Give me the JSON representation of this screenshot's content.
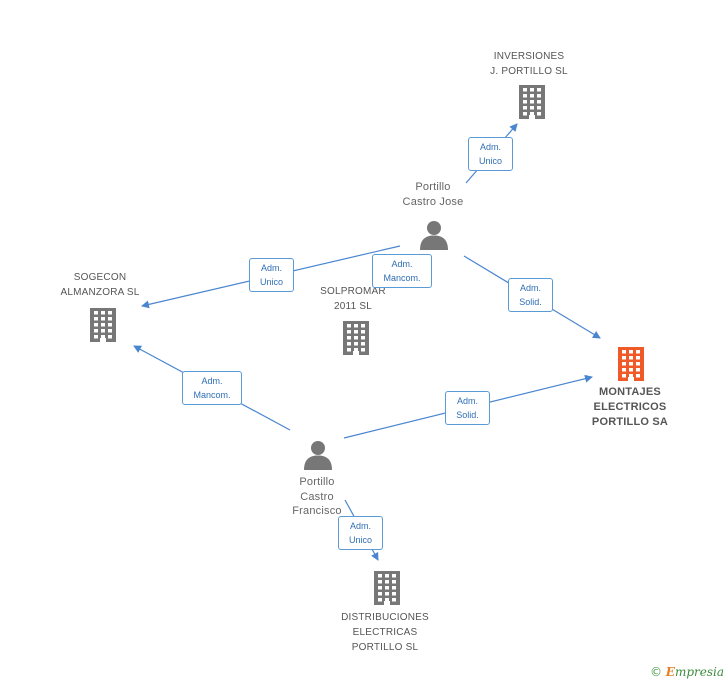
{
  "colors": {
    "edge": "#4a86d0",
    "company": "#777777",
    "main_company": "#f05a28",
    "person": "#777777",
    "label_border": "#5b9bd5",
    "label_text": "#2e6fb5"
  },
  "nodes": {
    "inversiones": {
      "label": "INVERSIONES\nJ. PORTILLO SL",
      "type": "company",
      "icon": "building-icon"
    },
    "sogecon": {
      "label": "SOGECON\nALMANZORA SL",
      "type": "company",
      "icon": "building-icon"
    },
    "solpromar": {
      "label": "SOLPROMAR\n2011 SL",
      "type": "company",
      "icon": "building-icon"
    },
    "montajes": {
      "label": "MONTAJES\nELECTRICOS\nPORTILLO SA",
      "type": "main_company",
      "icon": "building-icon"
    },
    "distribuciones": {
      "label": "DISTRIBUCIONES\nELECTRICAS\nPORTILLO SL",
      "type": "company",
      "icon": "building-icon"
    },
    "jose": {
      "label": "Portillo\nCastro Jose",
      "type": "person",
      "icon": "person-icon"
    },
    "francisco": {
      "label": "Portillo\nCastro\nFrancisco",
      "type": "person",
      "icon": "person-icon"
    }
  },
  "edges": [
    {
      "from": "jose",
      "to": "inversiones",
      "label": "Adm.\nUnico"
    },
    {
      "from": "jose",
      "to": "sogecon",
      "label": "Adm.\nUnico"
    },
    {
      "from": "jose",
      "to": "solpromar",
      "label": "Adm.\nMancom."
    },
    {
      "from": "jose",
      "to": "montajes",
      "label": "Adm.\nSolid."
    },
    {
      "from": "francisco",
      "to": "sogecon",
      "label": "Adm.\nMancom."
    },
    {
      "from": "francisco",
      "to": "montajes",
      "label": "Adm.\nSolid."
    },
    {
      "from": "francisco",
      "to": "distribuciones",
      "label": "Adm.\nUnico"
    }
  ],
  "footer": {
    "copyright": "©",
    "brand_first": "E",
    "brand_rest": "mpresia"
  }
}
